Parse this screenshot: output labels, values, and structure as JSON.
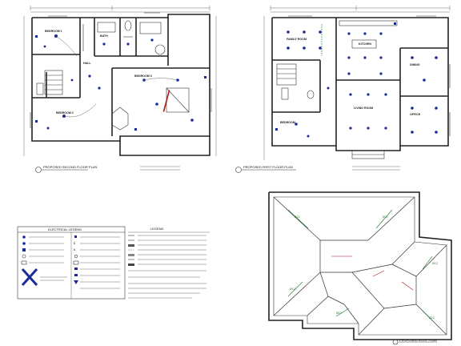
{
  "sheet": {
    "second_floor_title": "PROPOSED SECOND FLOOR PLAN",
    "first_floor_title": "PROPOSED FIRST FLOOR PLAN",
    "roof_title": "PROPOSED ROOF PLAN",
    "electrical_legend_title": "ELECTRICAL LEGEND",
    "legend_title": "LEGEND"
  },
  "second_floor": {
    "rooms": [
      "BEDROOM 1",
      "BEDROOM 2",
      "BEDROOM 3",
      "BATH",
      "HALL"
    ]
  },
  "first_floor": {
    "rooms": [
      "FAMILY ROOM",
      "KITCHEN",
      "DINING",
      "LIVING ROOM",
      "OFFICE",
      "BEDROOM"
    ]
  },
  "roof": {
    "pitch_labels": [
      "8/12",
      "8/12",
      "8/12",
      "8/12",
      "8/12",
      "8/12"
    ]
  },
  "colors": {
    "fixture": "#1a2a9a",
    "wall": "#222222",
    "red_note": "#b01818",
    "green_note": "#187a2a"
  }
}
